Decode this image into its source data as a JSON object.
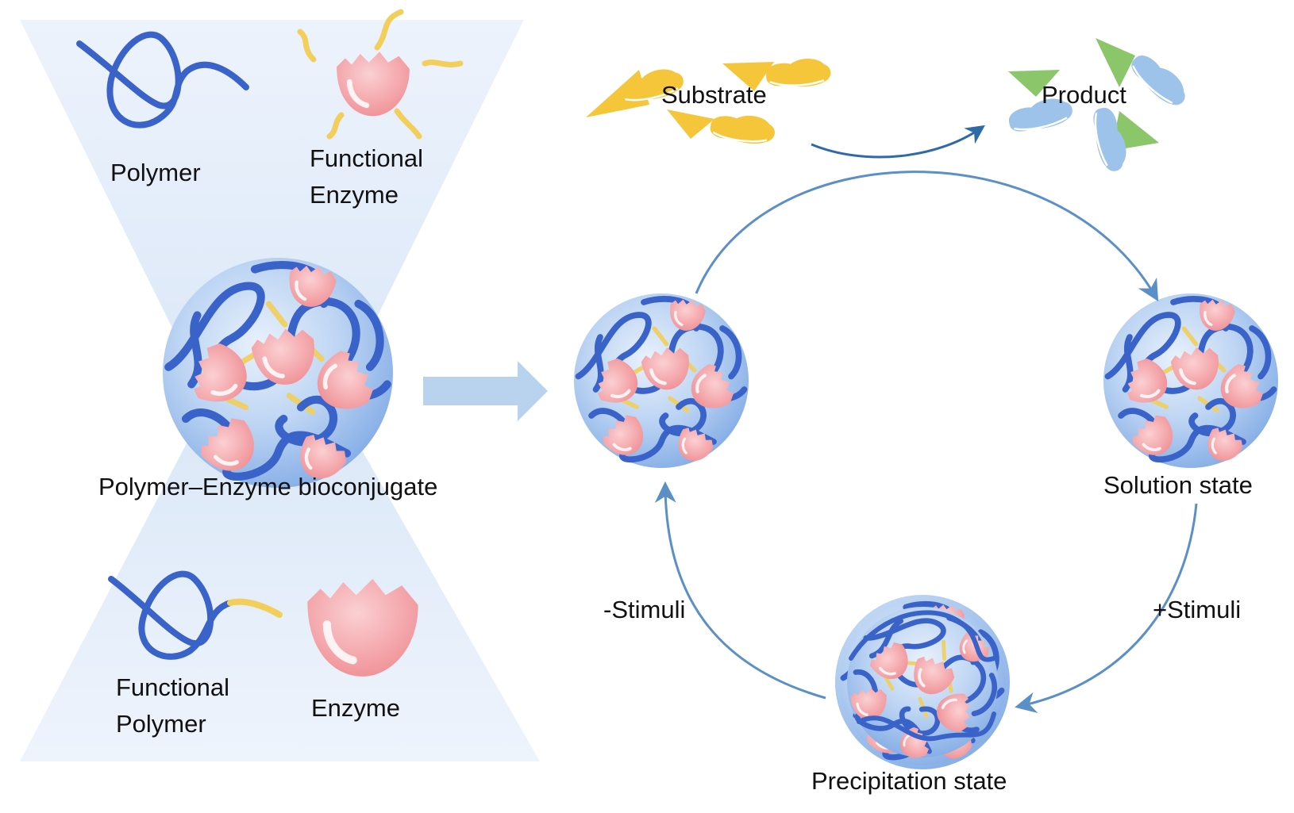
{
  "labels": {
    "polymer": "Polymer",
    "functional_enzyme_line1": "Functional",
    "functional_enzyme_line2": "Enzyme",
    "bioconjugate": "Polymer–Enzyme bioconjugate",
    "functional_polymer_line1": "Functional",
    "functional_polymer_line2": "Polymer",
    "enzyme": "Enzyme",
    "substrate": "Substrate",
    "product": "Product",
    "solution_state": "Solution state",
    "precipitation_state": "Precipitation state",
    "plus_stimuli": "+Stimuli",
    "minus_stimuli": "-Stimuli"
  },
  "colors": {
    "polymer_chain": "#3a63c9",
    "enzyme_pink": "#f3a3a6",
    "linker_yellow": "#f2cf5a",
    "substrate_yellow": "#f5c53a",
    "product_green": "#8cc66a",
    "product_blue": "#9ec3ea",
    "cycle_arrow": "#5b8fc7",
    "block_arrow": "#b9d3ee",
    "hourglass_fill": "#e7f0fb"
  }
}
